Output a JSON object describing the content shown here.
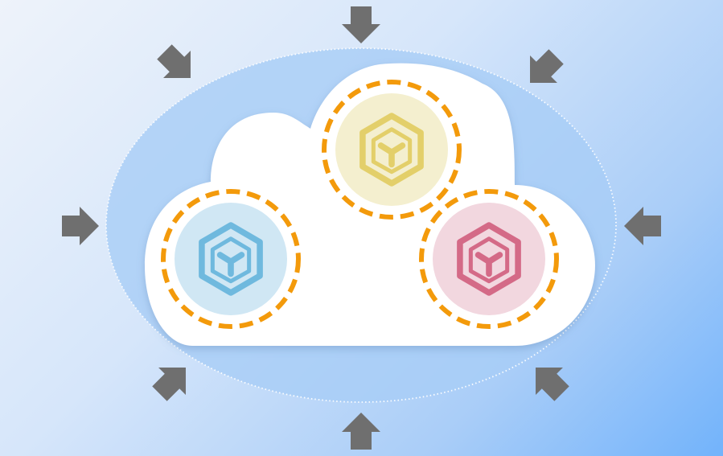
{
  "diagram": {
    "kind": "cloud-enclosure",
    "colors": {
      "background_start": "#eef3fa",
      "background_end": "#72b3fb",
      "ellipse_fill": "#a7cdf6",
      "ellipse_border": "#ffffff",
      "cloud_fill": "#ffffff",
      "arrow_fill": "#6f6f6f",
      "dashed_ring": "#f39a0b"
    },
    "inward_arrows": [
      {
        "name": "arrow-top",
        "direction": "down"
      },
      {
        "name": "arrow-top-right",
        "direction": "down-left"
      },
      {
        "name": "arrow-right",
        "direction": "left"
      },
      {
        "name": "arrow-bottom-right",
        "direction": "up-left"
      },
      {
        "name": "arrow-bottom",
        "direction": "up"
      },
      {
        "name": "arrow-bottom-left",
        "direction": "up-right"
      },
      {
        "name": "arrow-left",
        "direction": "right"
      },
      {
        "name": "arrow-top-left",
        "direction": "down-right"
      }
    ],
    "nodes": [
      {
        "name": "node-blue",
        "icon": "cube-icon",
        "fill": "#d0e7f4",
        "stroke": "#6fb9de"
      },
      {
        "name": "node-yellow",
        "icon": "cube-icon",
        "fill": "#f4efcf",
        "stroke": "#e3cf6a"
      },
      {
        "name": "node-pink",
        "icon": "cube-icon",
        "fill": "#f2d7df",
        "stroke": "#d46a87"
      }
    ]
  }
}
